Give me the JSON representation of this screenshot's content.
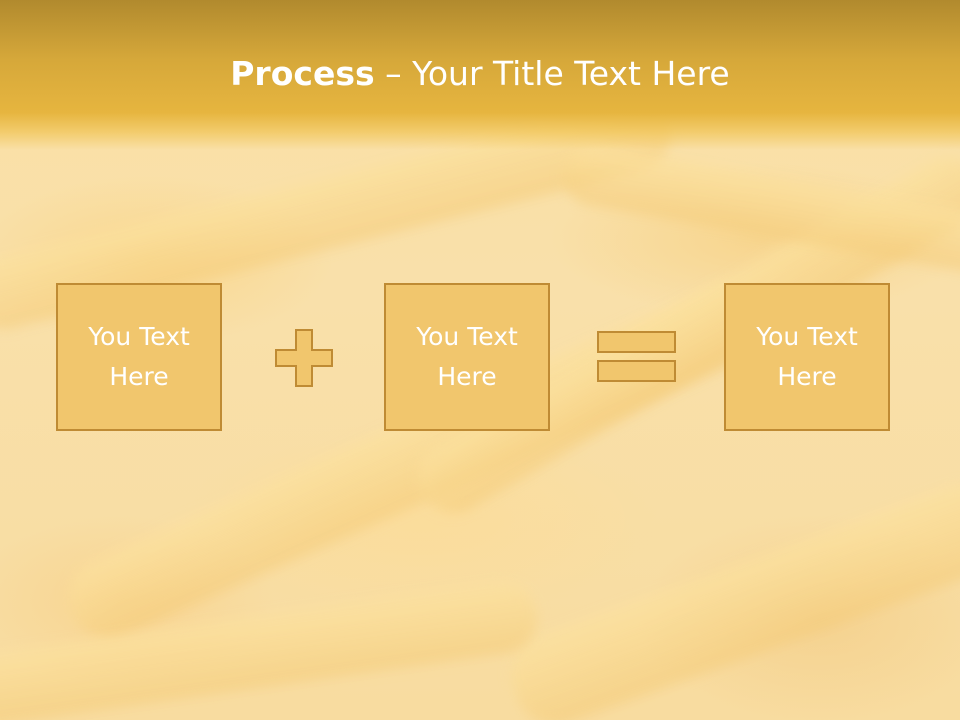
{
  "slide": {
    "title_bold": "Process",
    "title_rest": " – Your Title Text Here",
    "boxes": [
      {
        "text": "You Text Here"
      },
      {
        "text": "You Text Here"
      },
      {
        "text": "You Text Here"
      }
    ],
    "operators": [
      "plus-icon",
      "equals-icon"
    ]
  },
  "colors": {
    "header": "#e6b53f",
    "box_fill": "#f1c66d",
    "box_border": "#bf8b34",
    "text": "#ffffff"
  }
}
